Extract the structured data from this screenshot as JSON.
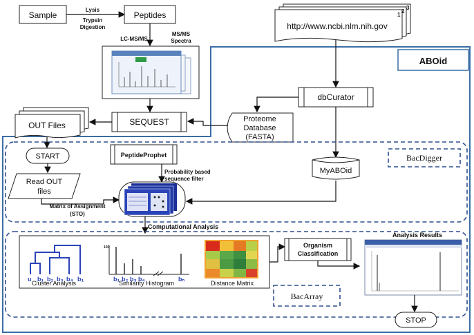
{
  "nodes": {
    "sample": "Sample",
    "lysis": "Lysis",
    "trypsin": "Trypsin",
    "digestion": "Digestion",
    "peptides": "Peptides",
    "lcms": "LC-MS/MS",
    "msms1": "MS/MS",
    "msms2": "Spectra",
    "url": "http://www.ncbi.nlm.nih.gov",
    "page1": "1",
    "page2": "2",
    "page3": "3",
    "aboid": "ABOid",
    "dbcurator": "dbCurator",
    "proteome1": "Proteome",
    "proteome2": "Database",
    "proteome3": "(FASTA)",
    "sequest": "SEQUEST",
    "outfiles": "OUT Files",
    "start": "START",
    "readout1": "Read  OUT",
    "readout2": "files",
    "peptideprophet": "PeptideProphet",
    "prob1": "Probability based",
    "prob2": "sequence filter",
    "myaboid": "MyABOid",
    "bacdigger": "BacDigger",
    "matrix1": "Matrix of Assignment",
    "matrix2": "(STO)",
    "computational": "Computational Analysis",
    "cluster": "Cluster Analysis",
    "similarity": "Similarity Histogram",
    "distance": "Distance Matrix",
    "organism1": "Organism",
    "organism2": "Classification",
    "analysis_results": "Analysis Results",
    "bacarray": "BacArray",
    "stop": "STOP"
  },
  "colors": {
    "frame_blue": "#3a6ea5",
    "dash_blue": "#2f4f8f",
    "thumb_blue": "#1a2f9a"
  }
}
